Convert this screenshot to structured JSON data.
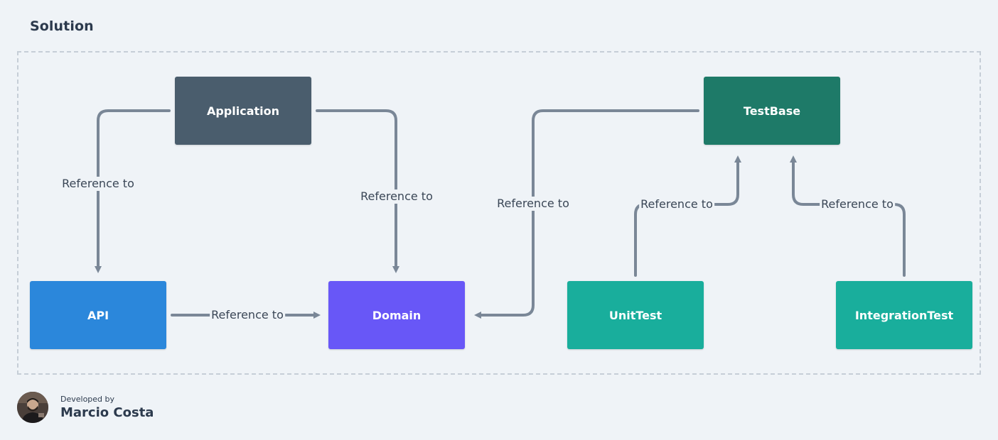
{
  "title": "Solution",
  "colors": {
    "background": "#eff3f7",
    "connector": "#7a8797",
    "application": "#4a5d6d",
    "testbase": "#1e7a68",
    "api": "#2b87db",
    "domain": "#6857f7",
    "unittest": "#19ae9c",
    "integrationtest": "#19ae9c"
  },
  "nodes": {
    "application": "Application",
    "testbase": "TestBase",
    "api": "API",
    "domain": "Domain",
    "unittest": "UnitTest",
    "integrationtest": "IntegrationTest"
  },
  "edges": [
    {
      "from": "Application",
      "to": "API",
      "label": "Reference to"
    },
    {
      "from": "Application",
      "to": "Domain",
      "label": "Reference to"
    },
    {
      "from": "TestBase",
      "to": "Domain",
      "label": "Reference to"
    },
    {
      "from": "UnitTest",
      "to": "TestBase",
      "label": "Reference to"
    },
    {
      "from": "IntegrationTest",
      "to": "TestBase",
      "label": "Reference to"
    },
    {
      "from": "API",
      "to": "Domain",
      "label": "Reference to"
    }
  ],
  "footer": {
    "developed_by": "Developed by",
    "name": "Marcio Costa"
  }
}
